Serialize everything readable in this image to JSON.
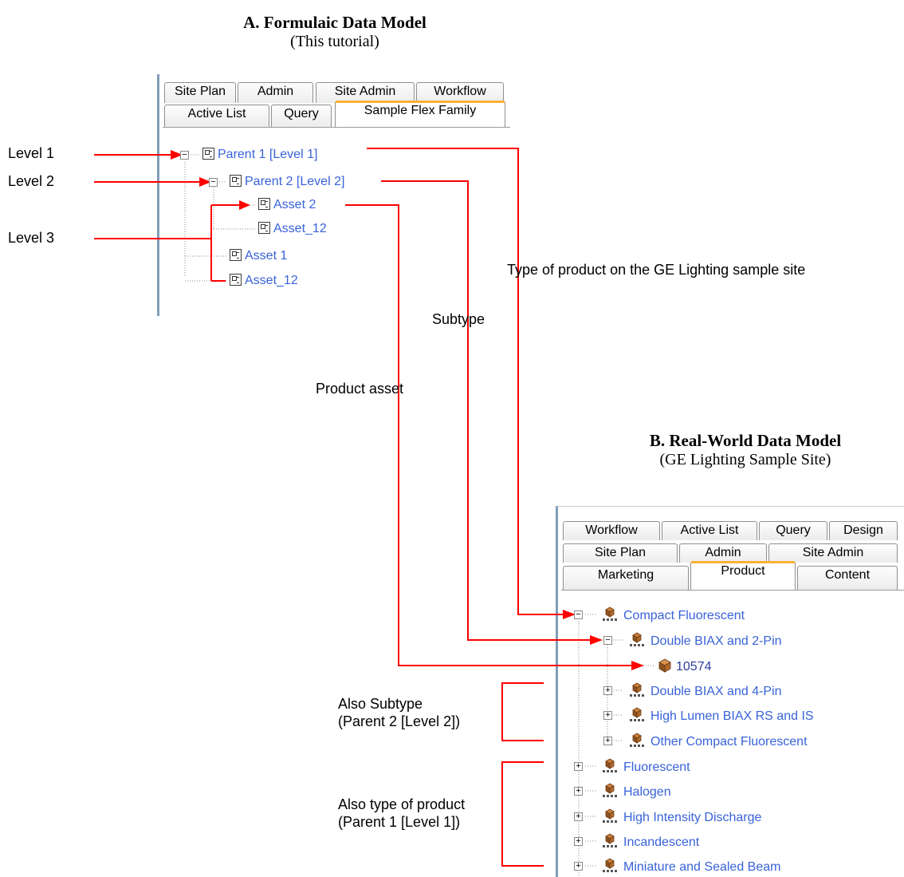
{
  "title_a": {
    "heading": "A.  Formulaic Data Model",
    "sub": "(This tutorial)"
  },
  "title_b": {
    "heading": "B.  Real-World Data Model",
    "sub": "(GE Lighting Sample Site)"
  },
  "panel_a": {
    "tabs_row1": [
      "Site Plan",
      "Admin",
      "Site Admin",
      "Workflow"
    ],
    "tabs_row2": [
      "Active List",
      "Query",
      "Sample Flex Family"
    ],
    "tree": [
      "Parent 1 [Level 1]",
      "Parent 2 [Level 2]",
      "Asset 2",
      "Asset_12",
      "Asset 1",
      "Asset_12"
    ]
  },
  "panel_b": {
    "tabs_row1": [
      "Workflow",
      "Active List",
      "Query",
      "Design"
    ],
    "tabs_row2": [
      "Site Plan",
      "Admin",
      "Site Admin"
    ],
    "tabs_row3": [
      "Marketing",
      "Product",
      "Content"
    ],
    "tree": [
      "Compact Fluorescent",
      "Double BIAX and 2-Pin",
      "10574",
      "Double BIAX and 4-Pin",
      "High Lumen BIAX RS and IS",
      "Other Compact Fluorescent",
      "Fluorescent",
      "Halogen",
      "High Intensity Discharge",
      "Incandescent",
      "Miniature and Sealed Beam"
    ]
  },
  "labels": {
    "level1": "Level 1",
    "level2": "Level 2",
    "level3": "Level 3",
    "type_of_product": "Type of product on the GE Lighting sample site",
    "subtype": "Subtype",
    "product_asset": "Product asset",
    "also_subtype_1": "Also Subtype",
    "also_subtype_2": "(Parent 2 [Level 2])",
    "also_type_1": "Also type of product",
    "also_type_2": "(Parent 1 [Level 1])"
  },
  "colors": {
    "arrow": "#ff0000",
    "link": "#3862d8",
    "tab_accent": "#f7b233"
  }
}
